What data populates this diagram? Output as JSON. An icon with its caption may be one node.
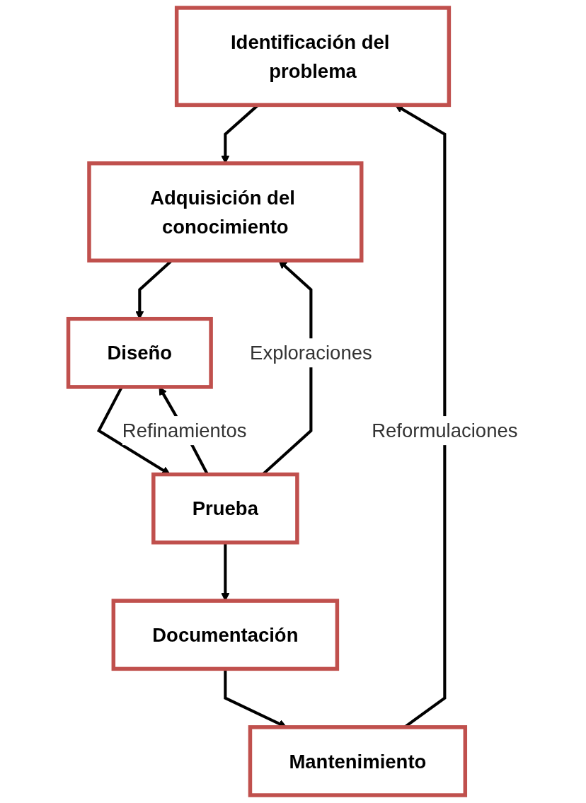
{
  "diagram": {
    "nodes": [
      {
        "text": [
          "Identificación del problema"
        ]
      },
      {
        "text": [
          "Adquisición del conocimiento"
        ]
      },
      {
        "text": [
          "Diseño"
        ]
      },
      {
        "text": [
          "Prueba"
        ]
      },
      {
        "text": [
          "Documentación"
        ]
      },
      {
        "text": [
          "Mantenimiento"
        ]
      }
    ],
    "edges": [
      {
        "from": 0,
        "to": 1,
        "arrow": "to"
      },
      {
        "from": 1,
        "to": 2,
        "arrow": "to"
      },
      {
        "from": 2,
        "to": 3,
        "arrow": "to"
      },
      {
        "from": 3,
        "to": 4,
        "arrow": "to"
      },
      {
        "from": 4,
        "to": 5,
        "arrow": "to"
      },
      {
        "from": 3,
        "to": 2,
        "arrow": "to",
        "label": "Refinamientos"
      },
      {
        "from": 3,
        "to": 1,
        "arrow": "to",
        "label": "Exploraciones"
      },
      {
        "from": 5,
        "to": 0,
        "arrow": "to",
        "label": "Reformulaciones"
      }
    ]
  }
}
